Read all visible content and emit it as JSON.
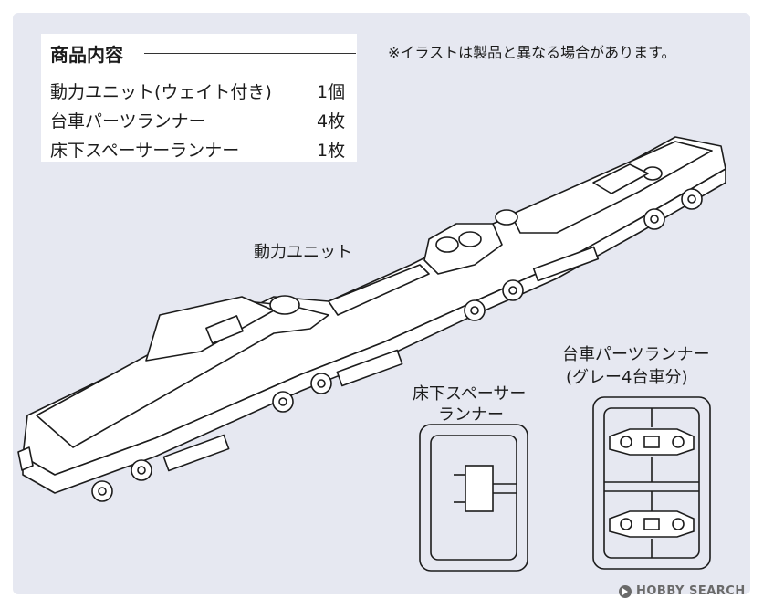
{
  "contents": {
    "title": "商品内容",
    "items": [
      {
        "name": "動力ユニット(ウェイト付き)",
        "qty": "1個"
      },
      {
        "name": "台車パーツランナー",
        "qty": "4枚"
      },
      {
        "name": "床下スペーサーランナー",
        "qty": "1枚"
      }
    ]
  },
  "note": "※イラストは製品と異なる場合があります。",
  "labels": {
    "power_unit": "動力ユニット",
    "spacer_runner_line1": "床下スペーサー",
    "spacer_runner_line2": "ランナー",
    "bogie_runner_line1": "台車パーツランナー",
    "bogie_runner_line2": "(グレー4台車分)"
  },
  "watermark": {
    "text": "HOBBY SEARCH",
    "icon": "hobbysearch-logo-icon"
  },
  "colors": {
    "panel": "#e6e8f1",
    "line": "#1c1c1c"
  }
}
